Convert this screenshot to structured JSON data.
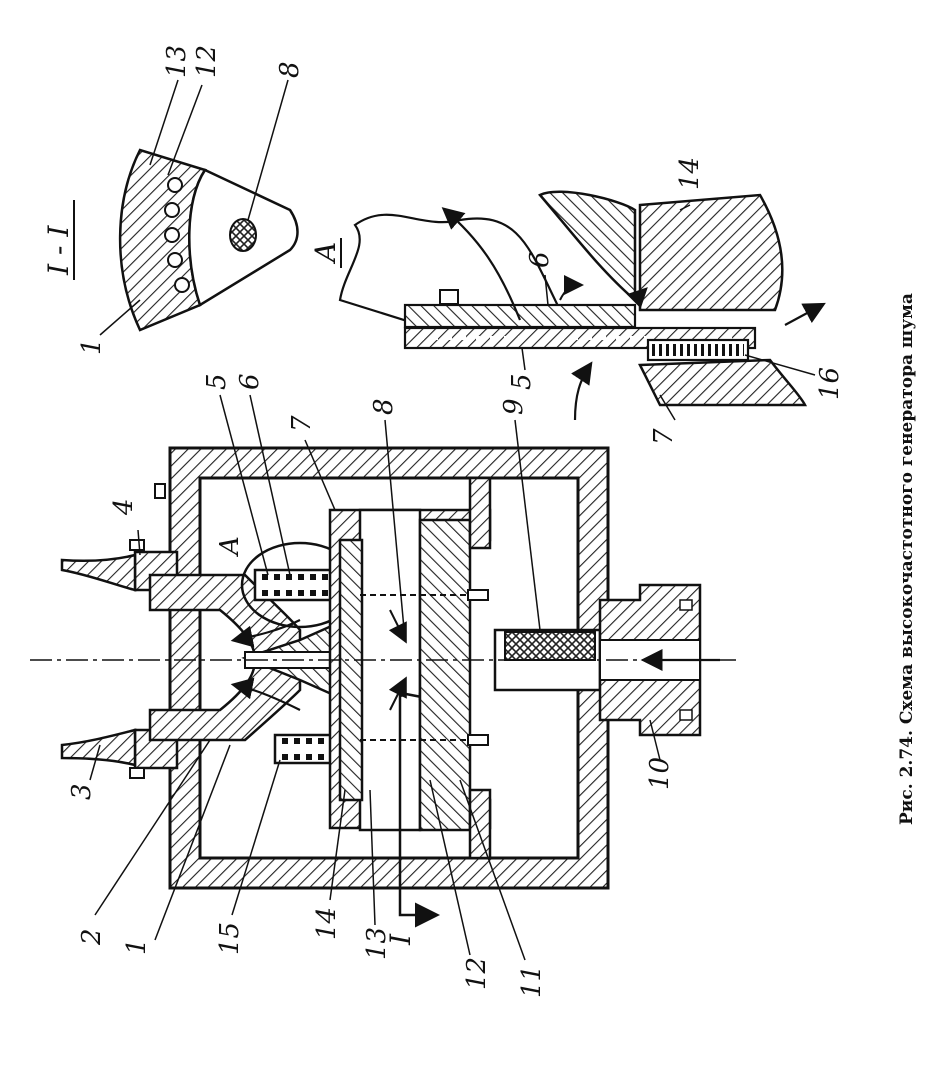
{
  "caption": "Рис. 2.74. Схема высокочастотного генератора шума",
  "section_label": "I - I",
  "detail_label": "A",
  "cut_label": "I",
  "colors": {
    "ink": "#111111",
    "hatch": "#222222",
    "paper": "#ffffff"
  },
  "labels": {
    "n1": "1",
    "n2": "2",
    "n3": "3",
    "n4": "4",
    "n5": "5",
    "n6": "6",
    "n7": "7",
    "n8": "8",
    "n9": "9",
    "n10": "10",
    "n11": "11",
    "n12": "12",
    "n13": "13",
    "n14": "14",
    "n15": "15",
    "n16": "16"
  }
}
